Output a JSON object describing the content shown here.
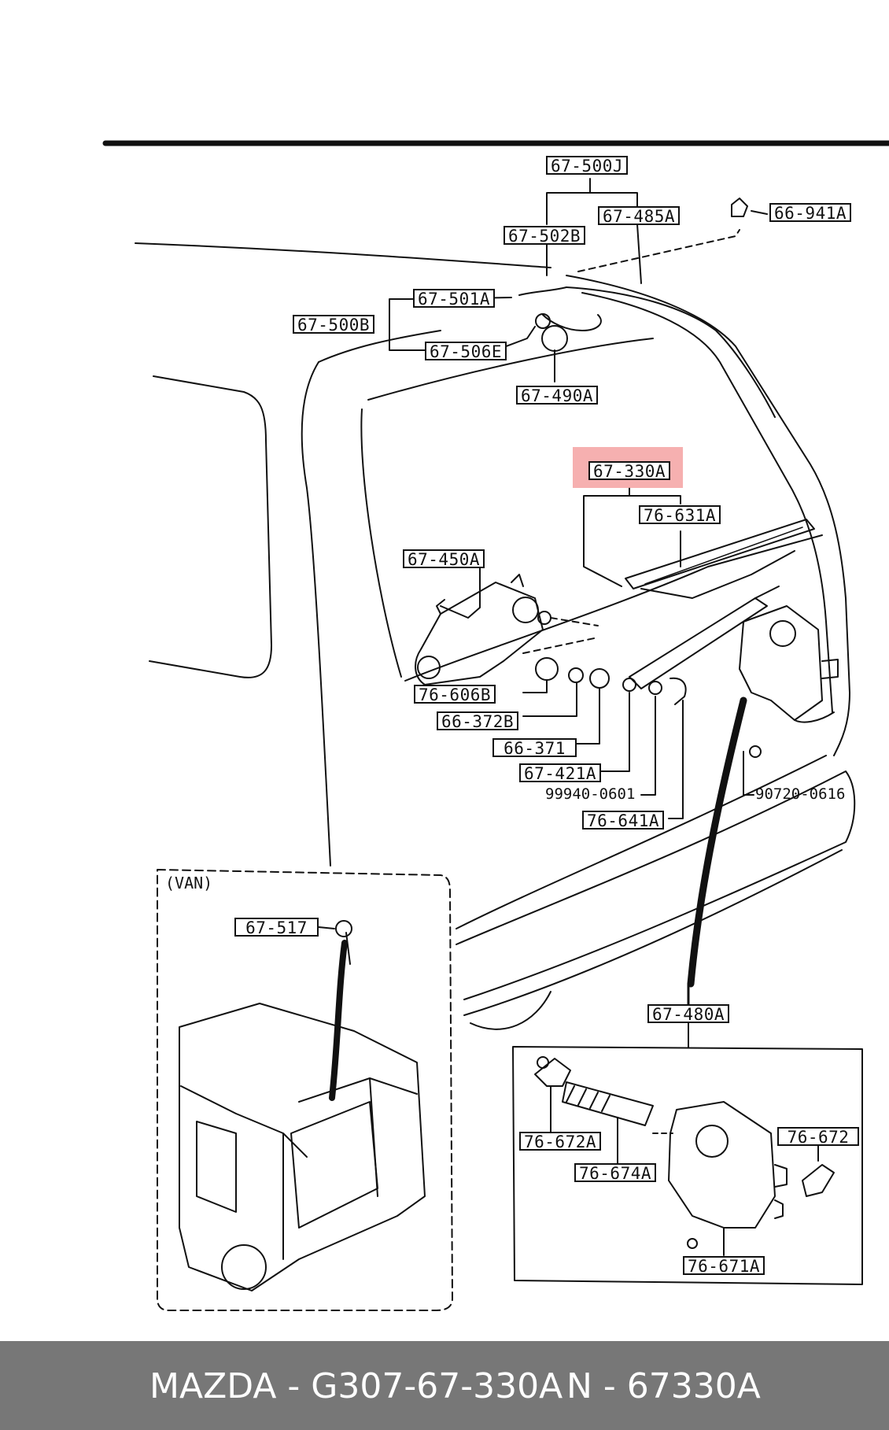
{
  "labels": {
    "p67_500J": "67-500J",
    "p67_485A": "67-485A",
    "p66_941A": "66-941A",
    "p67_502B": "67-502B",
    "p67_501A": "67-501A",
    "p67_500B": "67-500B",
    "p67_506E": "67-506E",
    "p67_490A": "67-490A",
    "p67_330A": "67-330A",
    "p76_631A": "76-631A",
    "p67_450A": "67-450A",
    "p76_606B": "76-606B",
    "p66_372B": "66-372B",
    "p66_371": "66-371",
    "p67_421A": "67-421A",
    "p99940_0601": "99940-0601",
    "p90720_0616": "90720-0616",
    "p76_641A": "76-641A",
    "p67_517": "67-517",
    "p67_480A": "67-480A",
    "p76_672A": "76-672A",
    "p76_674A": "76-674A",
    "p76_672": "76-672",
    "p76_671A": "76-671A"
  },
  "inset_label": "(VAN)",
  "footer": {
    "part": "MAZDA - G307-67-330A",
    "number": "N - 67330A"
  },
  "colors": {
    "highlight": "#f4a2a2",
    "footer_bg": "#777777",
    "line": "#111111"
  }
}
